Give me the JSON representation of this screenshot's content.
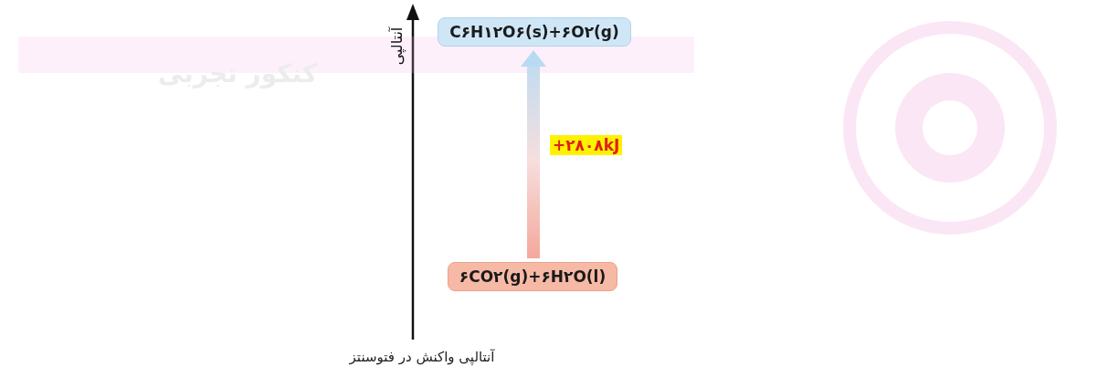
{
  "diagram": {
    "caption": "آنتالپی واکنش در فتوسنتز",
    "nodes": [
      {
        "text": [
          "C۶H۱۲O۶(s)+۶O۲(g)"
        ]
      },
      {
        "text": [
          "۶CO۲(g)+۶H۲O(l)"
        ]
      }
    ],
    "edges": [
      {
        "from": 1,
        "to": 0,
        "arrow": "to",
        "label": "+۲۸۰۸kJ"
      }
    ],
    "labels": [
      "آنتالپی",
      "کنکور تجربی"
    ]
  }
}
